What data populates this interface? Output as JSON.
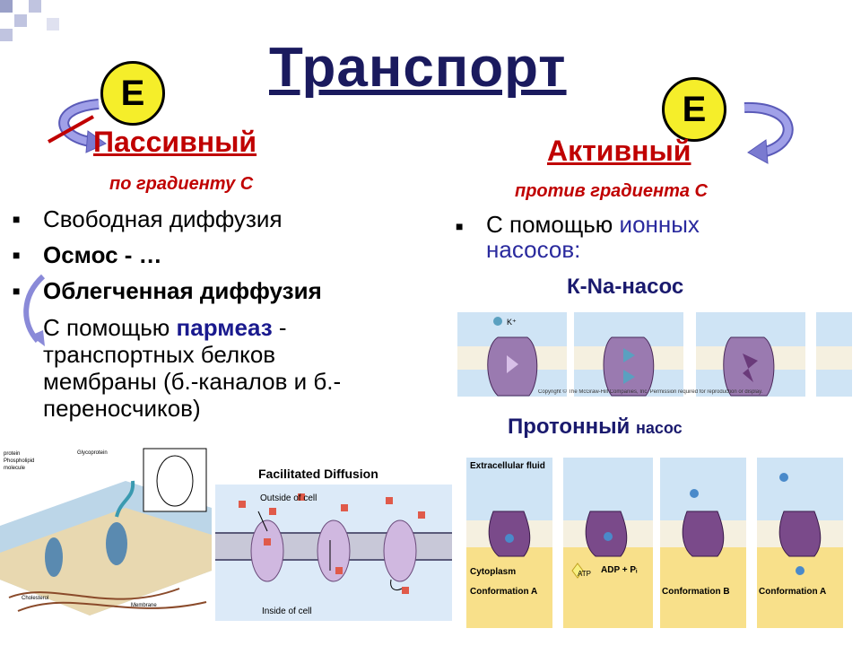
{
  "title": "Транспорт",
  "energy_badge": "E",
  "passive": {
    "heading": "Пассивный",
    "subheading": "по градиенту С",
    "bullets": [
      {
        "text": "Свободная диффузия",
        "bold": false
      },
      {
        "text": "Осмос - …",
        "bold": true
      },
      {
        "text": "Облегченная диффузия",
        "bold": true
      }
    ],
    "desc_part1": "С помощью ",
    "desc_highlight": "пармеаз",
    "desc_part2": " - транспортных белков мембраны (б.-каналов и б.-переносчиков)"
  },
  "active": {
    "heading": "Активный",
    "subheading": "против градиента С",
    "bullet_part1": "С помощью ",
    "bullet_highlight": "ионных",
    "bullet_part2": "насосов:"
  },
  "kna_pump": {
    "title": "К-Na-насос",
    "panel_ion": "K⁺",
    "copyright": "Copyright © The McGraw-Hill Companies, Inc. Permission required for reproduction or display."
  },
  "proton_pump": {
    "title_part1": "Протонный ",
    "title_part2": "насос",
    "extracellular": "Extracellular fluid",
    "cytoplasm": "Cytoplasm",
    "adp": "ADP + Pᵢ",
    "atp": "ATP",
    "conformations": [
      "Conformation A",
      "Conformation B",
      "Conformation A"
    ]
  },
  "membrane_fig": {
    "labels": [
      "Glycoprotein",
      "Phospholipid molecule",
      "protein",
      "Cholesterol",
      "Membrane"
    ]
  },
  "facilitated": {
    "title": "Facilitated Diffusion",
    "outside": "Outside of cell",
    "inside": "Inside of cell"
  },
  "colors": {
    "title": "#1a1a5e",
    "heading": "#c00000",
    "badge": "#f5ee2a",
    "arrow": "#8a8ad8",
    "membrane_blue": "#cfe4f5",
    "yellow_bg": "#f8e08a",
    "protein_purple": "#7a4a8a"
  }
}
